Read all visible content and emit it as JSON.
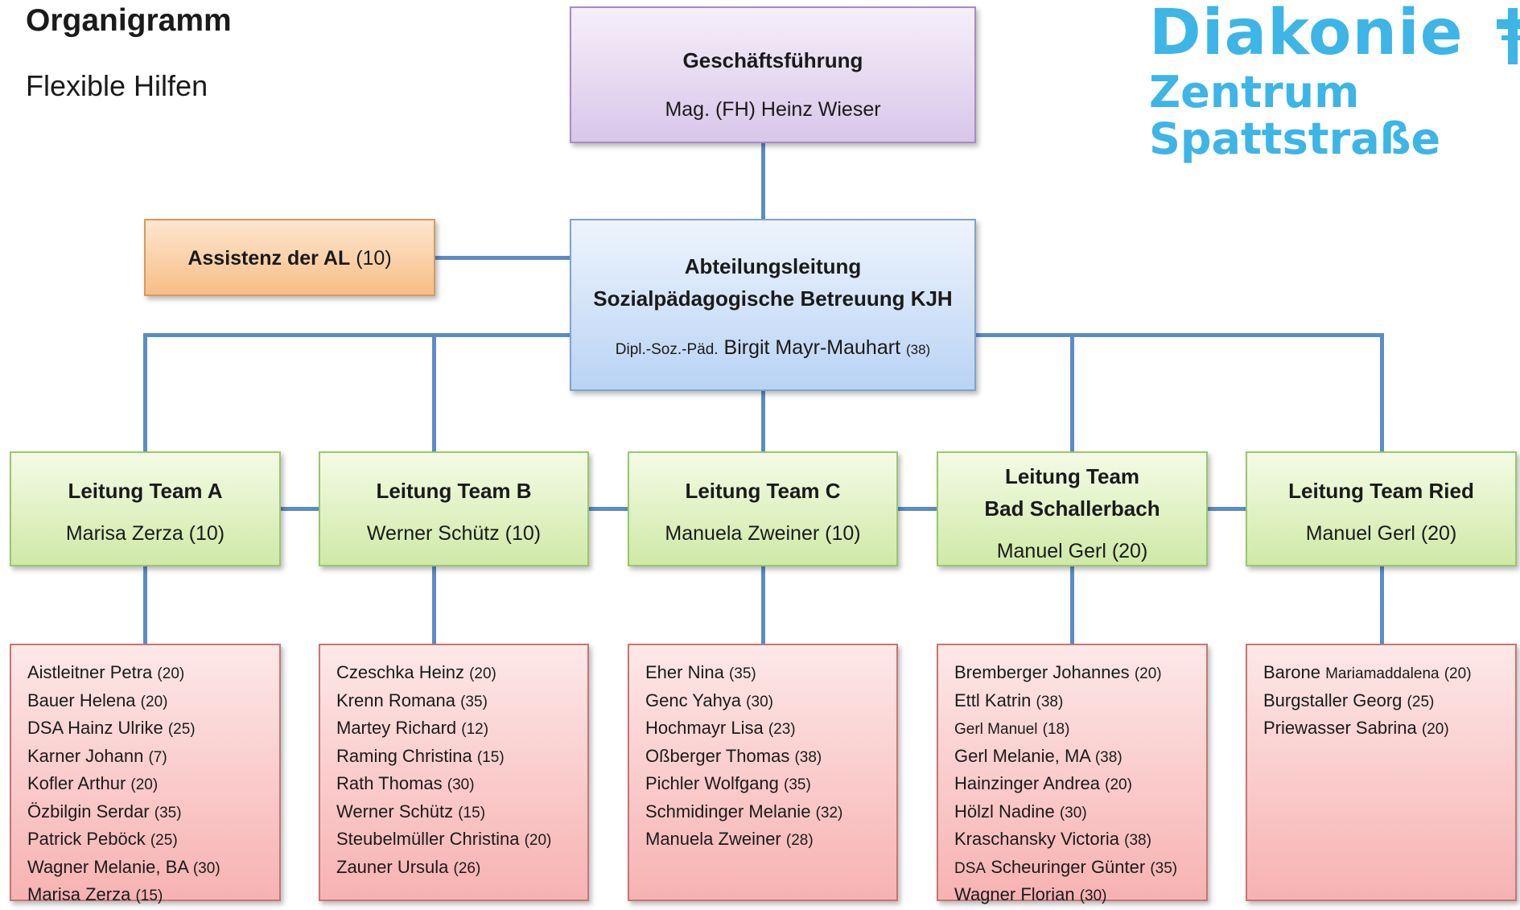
{
  "header": {
    "title": "Organigramm",
    "subtitle": "Flexible Hilfen"
  },
  "logo": {
    "line1": "Diakonie",
    "line2": "Zentrum",
    "line3": "Spattstraße",
    "color": "#3db5e6"
  },
  "geschaeftsfuehrung": {
    "title": "Geschäftsführung",
    "name": "Mag. (FH) Heinz Wieser"
  },
  "assistenz": {
    "title": "Assistenz der AL",
    "hours": "(10)"
  },
  "abteilungsleitung": {
    "title_line1": "Abteilungsleitung",
    "title_line2": "Sozialpädagogische Betreuung KJH",
    "name_prefix": "Dipl.-Soz.-Päd.",
    "name": "Birgit Mayr-Mauhart",
    "hours": "(38)"
  },
  "teams": [
    {
      "title": "Leitung Team A",
      "leader": "Marisa Zerza (10)",
      "members": [
        {
          "name": "Aistleitner Petra",
          "hours": "(20)"
        },
        {
          "name": "Bauer Helena",
          "hours": "(20)"
        },
        {
          "name": "DSA Hainz Ulrike",
          "hours": "(25)"
        },
        {
          "name": "Karner Johann",
          "hours": "(7)"
        },
        {
          "name": "Kofler Arthur",
          "hours": "(20)"
        },
        {
          "name": "Özbilgin Serdar",
          "hours": "(35)"
        },
        {
          "name": "Patrick Peböck",
          "hours": "(25)"
        },
        {
          "name": "Wagner Melanie, BA",
          "hours": "(30)"
        },
        {
          "name": "Marisa Zerza",
          "hours": "(15)"
        }
      ]
    },
    {
      "title": "Leitung Team B",
      "leader": "Werner Schütz (10)",
      "members": [
        {
          "name": "Czeschka Heinz",
          "hours": "(20)"
        },
        {
          "name": "Krenn Romana",
          "hours": "(35)"
        },
        {
          "name": "Martey Richard",
          "hours": "(12)"
        },
        {
          "name": "Raming Christina",
          "hours": "(15)"
        },
        {
          "name": "Rath Thomas",
          "hours": "(30)"
        },
        {
          "name": "Werner Schütz",
          "hours": "(15)"
        },
        {
          "name": "Steubelmüller Christina",
          "hours": "(20)"
        },
        {
          "name": "Zauner Ursula",
          "hours": "(26)"
        }
      ]
    },
    {
      "title": "Leitung Team C",
      "leader": "Manuela Zweiner (10)",
      "members": [
        {
          "name": "Eher Nina",
          "hours": "(35)"
        },
        {
          "name": "Genc Yahya",
          "hours": "(30)"
        },
        {
          "name": "Hochmayr Lisa",
          "hours": "(23)"
        },
        {
          "name": "Oßberger Thomas",
          "hours": "(38)"
        },
        {
          "name": "Pichler Wolfgang",
          "hours": "(35)"
        },
        {
          "name": "Schmidinger Melanie",
          "hours": "(32)"
        },
        {
          "name": "Manuela Zweiner",
          "hours": "(28)"
        }
      ]
    },
    {
      "title_line1": "Leitung Team",
      "title_line2": "Bad Schallerbach",
      "leader": "Manuel Gerl (20)",
      "members": [
        {
          "name": "Bremberger Johannes",
          "hours": "(20)"
        },
        {
          "name": "Ettl Katrin",
          "hours": "(38)"
        },
        {
          "name": "Gerl Manuel",
          "hours": "(18)"
        },
        {
          "name": "Gerl Melanie, MA",
          "hours": "(38)"
        },
        {
          "name": "Hainzinger Andrea",
          "hours": "(20)"
        },
        {
          "name": "Hölzl Nadine",
          "hours": "(30)"
        },
        {
          "name": "Kraschansky Victoria",
          "hours": "(38)"
        },
        {
          "name_prefix": "DSA",
          "name": "Scheuringer Günter",
          "hours": "(35)"
        },
        {
          "name": "Wagner Florian",
          "hours": "(30)"
        }
      ]
    },
    {
      "title": "Leitung Team Ried",
      "leader": "Manuel Gerl (20)",
      "members": [
        {
          "name": "Barone",
          "name_small": "Mariamaddalena",
          "hours": "(20)"
        },
        {
          "name": "Burgstaller Georg",
          "hours": "(25)"
        },
        {
          "name": "Priewasser Sabrina",
          "hours": "(20)"
        }
      ]
    }
  ]
}
